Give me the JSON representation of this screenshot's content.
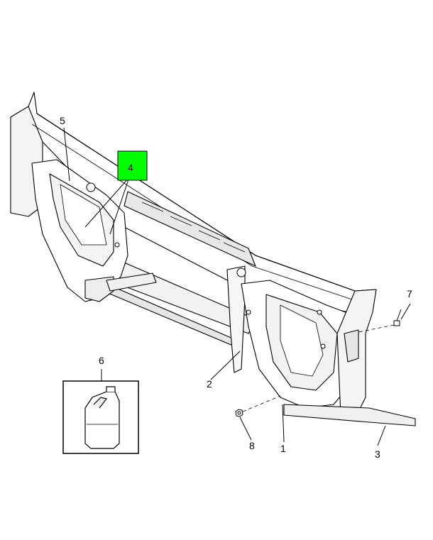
{
  "diagram": {
    "callouts": [
      {
        "id": "1",
        "label": "1"
      },
      {
        "id": "2",
        "label": "2"
      },
      {
        "id": "3",
        "label": "3"
      },
      {
        "id": "4",
        "label": "4",
        "highlighted": true
      },
      {
        "id": "5",
        "label": "5"
      },
      {
        "id": "6",
        "label": "6"
      },
      {
        "id": "7",
        "label": "7"
      },
      {
        "id": "8",
        "label": "8"
      }
    ],
    "colors": {
      "highlight": "#00ff00",
      "line": "#000000",
      "part_fill": "#ffffff",
      "shade": "#dcdcdc"
    }
  }
}
